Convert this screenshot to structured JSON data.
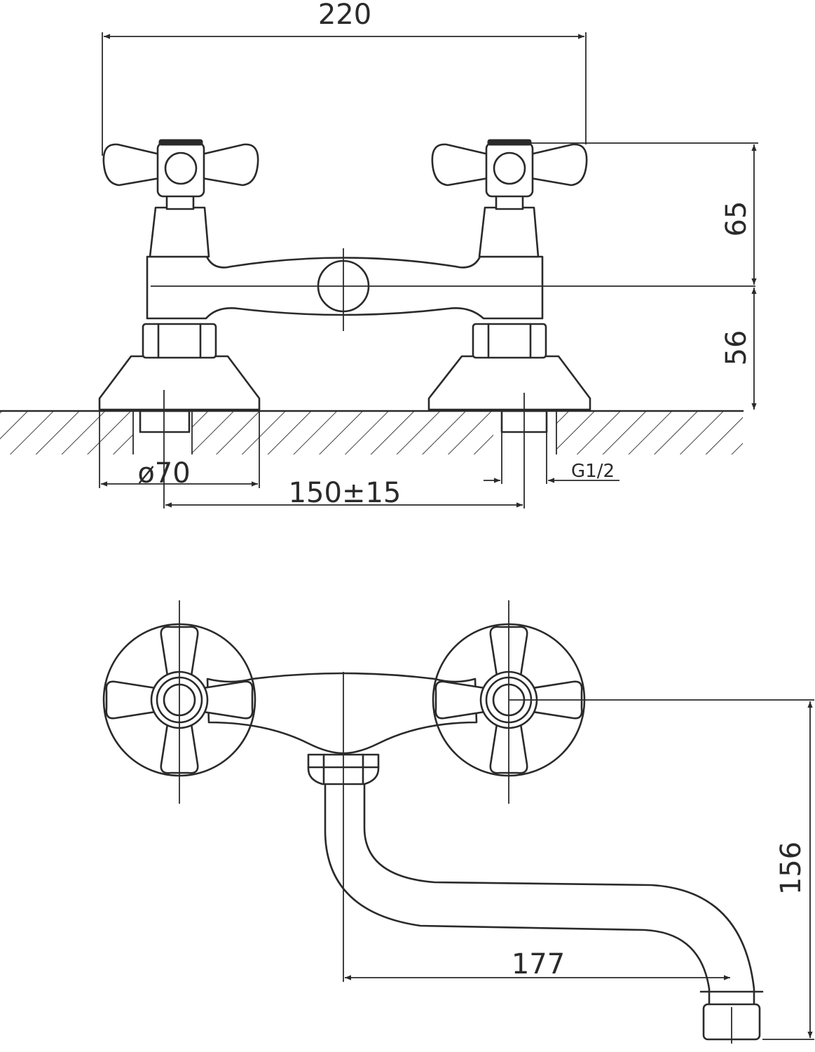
{
  "dimensions": {
    "width_overall": "220",
    "height_upper": "65",
    "height_lower": "56",
    "diameter_base": "ø70",
    "center_distance": "150±15",
    "thread": "G1/2",
    "spout_height": "156",
    "spout_reach": "177"
  }
}
